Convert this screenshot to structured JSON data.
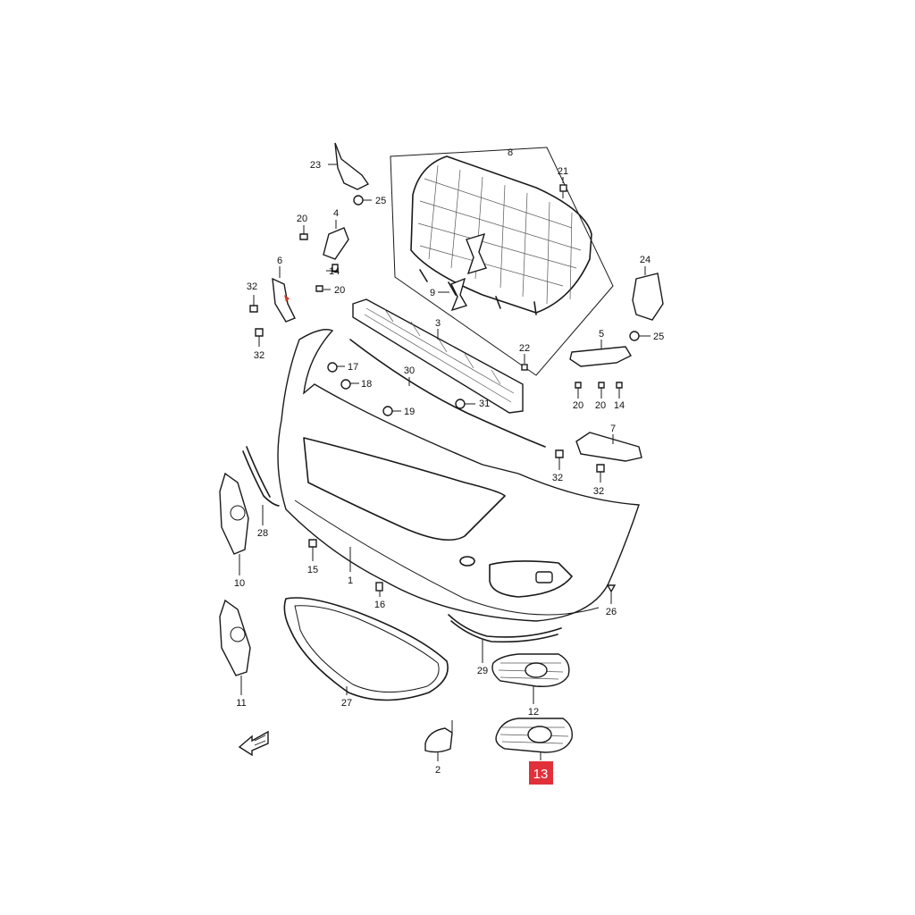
{
  "callouts": [
    {
      "id": "c1",
      "text": "1"
    },
    {
      "id": "c2",
      "text": "2"
    },
    {
      "id": "c3",
      "text": "3"
    },
    {
      "id": "c4",
      "text": "4"
    },
    {
      "id": "c5",
      "text": "5"
    },
    {
      "id": "c6",
      "text": "6"
    },
    {
      "id": "c7",
      "text": "7"
    },
    {
      "id": "c8",
      "text": "8"
    },
    {
      "id": "c9",
      "text": "9"
    },
    {
      "id": "c10",
      "text": "10"
    },
    {
      "id": "c11",
      "text": "11"
    },
    {
      "id": "c12",
      "text": "12"
    },
    {
      "id": "c13",
      "text": "13"
    },
    {
      "id": "c14a",
      "text": "14"
    },
    {
      "id": "c14b",
      "text": "14"
    },
    {
      "id": "c15",
      "text": "15"
    },
    {
      "id": "c16",
      "text": "16"
    },
    {
      "id": "c17",
      "text": "17"
    },
    {
      "id": "c18",
      "text": "18"
    },
    {
      "id": "c19",
      "text": "19"
    },
    {
      "id": "c20a",
      "text": "20"
    },
    {
      "id": "c20b",
      "text": "20"
    },
    {
      "id": "c20c",
      "text": "20"
    },
    {
      "id": "c20d",
      "text": "20"
    },
    {
      "id": "c21",
      "text": "21"
    },
    {
      "id": "c22",
      "text": "22"
    },
    {
      "id": "c23",
      "text": "23"
    },
    {
      "id": "c24",
      "text": "24"
    },
    {
      "id": "c25a",
      "text": "25"
    },
    {
      "id": "c25b",
      "text": "25"
    },
    {
      "id": "c26",
      "text": "26"
    },
    {
      "id": "c27",
      "text": "27"
    },
    {
      "id": "c28",
      "text": "28"
    },
    {
      "id": "c29",
      "text": "29"
    },
    {
      "id": "c30",
      "text": "30"
    },
    {
      "id": "c31",
      "text": "31"
    },
    {
      "id": "c32a",
      "text": "32"
    },
    {
      "id": "c32b",
      "text": "32"
    },
    {
      "id": "c32c",
      "text": "32"
    },
    {
      "id": "c32d",
      "text": "32"
    }
  ],
  "highlight": {
    "text": "13",
    "color": "#e0303a"
  },
  "colors": {
    "line": "#1a1a1a",
    "background": "#ffffff",
    "highlight": "#e0303a"
  },
  "icons": {
    "direction_arrow": "front-direction-arrow-icon",
    "emblem": "suzuki-emblem-icon"
  }
}
